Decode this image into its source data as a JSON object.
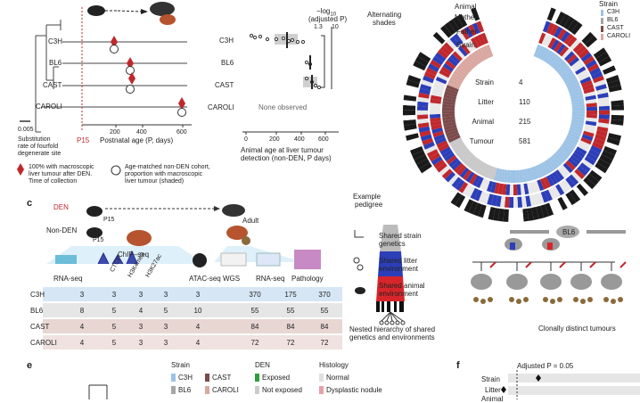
{
  "panel_a": {
    "scale_bar_value": "0.005",
    "scale_bar_caption": [
      "Substitution",
      "rate of fourfold",
      "degenerate site"
    ],
    "strains": [
      "C3H",
      "BL6",
      "CAST",
      "CAROLI"
    ],
    "p15_label": "P15",
    "xaxis_label": "Postnatal age (P, days)",
    "ticks": [
      "200",
      "400",
      "600"
    ],
    "legend_red": [
      "100% with macroscopic",
      "liver tumour after DEN.",
      "Time of collection"
    ],
    "legend_open": [
      "Age-matched non-DEN cohort,",
      "proportion with macroscopic",
      "liver tumour (shaded)"
    ]
  },
  "panel_b": {
    "neglog_header": "−log",
    "neglog_sub": "10",
    "adjusted_p": "(adjusted P)",
    "thresholds": [
      "1.3",
      "10"
    ],
    "strains": [
      "C3H",
      "BL6",
      "CAST",
      "CAROLI"
    ],
    "none_observed": "None observed",
    "ticks": [
      "0",
      "200",
      "400",
      "600"
    ],
    "xaxis_label": [
      "Animal age at liver tumour",
      "detection (non-DEN, P days)"
    ]
  },
  "panel_circle": {
    "alternating_shades": [
      "Alternating",
      "shades"
    ],
    "ring_labels": [
      "Animal",
      "Mother",
      "Father",
      "Strain"
    ],
    "strain_legend_title": "Strain",
    "strain_legend": [
      {
        "name": "C3H",
        "color": "#9dc3e6"
      },
      {
        "name": "BL6",
        "color": "#a6a6a6"
      },
      {
        "name": "CAST",
        "color": "#7b4a4a"
      },
      {
        "name": "CAROLI",
        "color": "#d9a7a0"
      }
    ],
    "counts": [
      {
        "label": "Strain",
        "value": "4"
      },
      {
        "label": "Litter",
        "value": "110"
      },
      {
        "label": "Animal",
        "value": "215"
      },
      {
        "label": "Tumour",
        "value": "581"
      }
    ],
    "example_pedigree": [
      "Example",
      "pedigree"
    ],
    "shared_strain": [
      "Shared strain",
      "genetics"
    ],
    "shared_litter": [
      "Shared litter",
      "environment"
    ],
    "shared_animal": [
      "Shared animal",
      "environment"
    ],
    "nested_caption": [
      "Nested hierarchy of shared",
      "genetics and environments"
    ],
    "bl6_label": "BL6",
    "clonal_caption": "Clonally distinct tumours"
  },
  "panel_c": {
    "den_label": "DEN",
    "non_den_label": "Non-DEN",
    "p15": "P15",
    "adult": "Adult",
    "chip_seq": "ChIP–seq",
    "chip_marks": [
      "CTCF",
      "H3K4me3",
      "H3K27ac"
    ],
    "columns": [
      "RNA-seq",
      "ATAC-seq",
      "WGS",
      "RNA-seq",
      "Pathology"
    ],
    "rows": [
      {
        "strain": "C3H",
        "values": [
          "3",
          "3",
          "3",
          "3",
          "3",
          "370",
          "175",
          "370"
        ]
      },
      {
        "strain": "BL6",
        "values": [
          "8",
          "5",
          "4",
          "5",
          "10",
          "55",
          "55",
          "55"
        ]
      },
      {
        "strain": "CAST",
        "values": [
          "4",
          "5",
          "3",
          "3",
          "4",
          "84",
          "84",
          "84"
        ]
      },
      {
        "strain": "CAROLI",
        "values": [
          "4",
          "5",
          "3",
          "3",
          "4",
          "72",
          "72",
          "72"
        ]
      }
    ]
  },
  "panel_e": {
    "strain_title": "Strain",
    "strains": [
      {
        "name": "C3H",
        "color": "#9dc3e6"
      },
      {
        "name": "CAST",
        "color": "#7b4a4a"
      },
      {
        "name": "BL6",
        "color": "#a6a6a6"
      },
      {
        "name": "CAROLI",
        "color": "#d9a7a0"
      }
    ],
    "den_title": "DEN",
    "den": [
      {
        "name": "Exposed",
        "color": "#2e9e3e"
      },
      {
        "name": "Not exposed",
        "color": "#cccccc"
      }
    ],
    "histology_title": "Histology",
    "histology": [
      {
        "name": "Normal",
        "color": "#e0e0e0"
      },
      {
        "name": "Dysplastic nodule",
        "color": "#e8a0a8"
      }
    ]
  },
  "panel_f": {
    "threshold_label": "Adjusted P = 0.05",
    "rows": [
      "Strain",
      "Litter",
      "Animal"
    ]
  },
  "letters": {
    "c": "c",
    "e": "e",
    "f": "f"
  }
}
